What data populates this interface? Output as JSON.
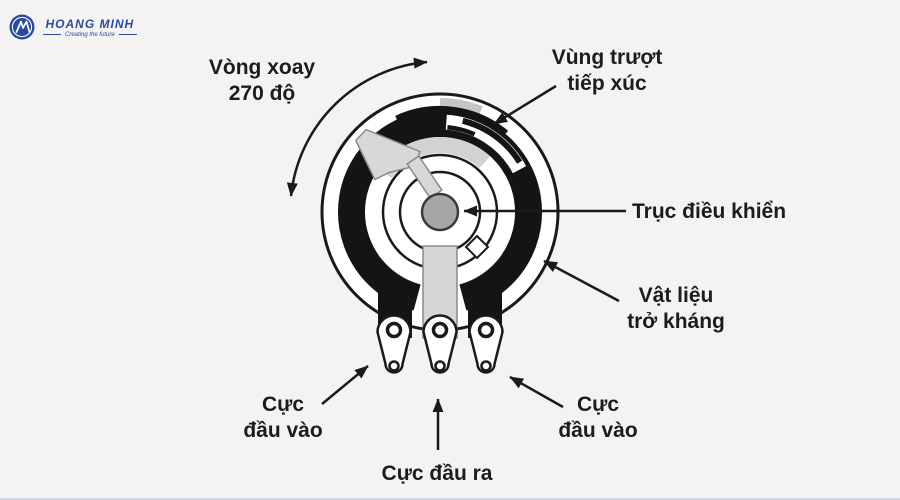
{
  "brand": {
    "name": "HOANG MINH",
    "tagline": "Creating the future"
  },
  "diagram": {
    "labels": {
      "rotation": {
        "line1": "Vòng xoay",
        "line2": "270 độ"
      },
      "contact": {
        "line1": "Vùng trượt",
        "line2": "tiếp xúc"
      },
      "shaft": "Trục điều khiển",
      "resistive": {
        "line1": "Vật liệu",
        "line2": "trở kháng"
      },
      "input_left": {
        "line1": "Cực",
        "line2": "đầu vào"
      },
      "input_right": {
        "line1": "Cực",
        "line2": "đầu vào"
      },
      "output": "Cực đầu ra"
    },
    "colors": {
      "line": "#1a1a1a",
      "wiper_gray": "#d6d6d6",
      "track_band_gray": "#d2d2d2",
      "shaft_gray": "#a6a6a6",
      "brand_blue": "#2b4a9d",
      "background": "#f4f3f1"
    }
  }
}
